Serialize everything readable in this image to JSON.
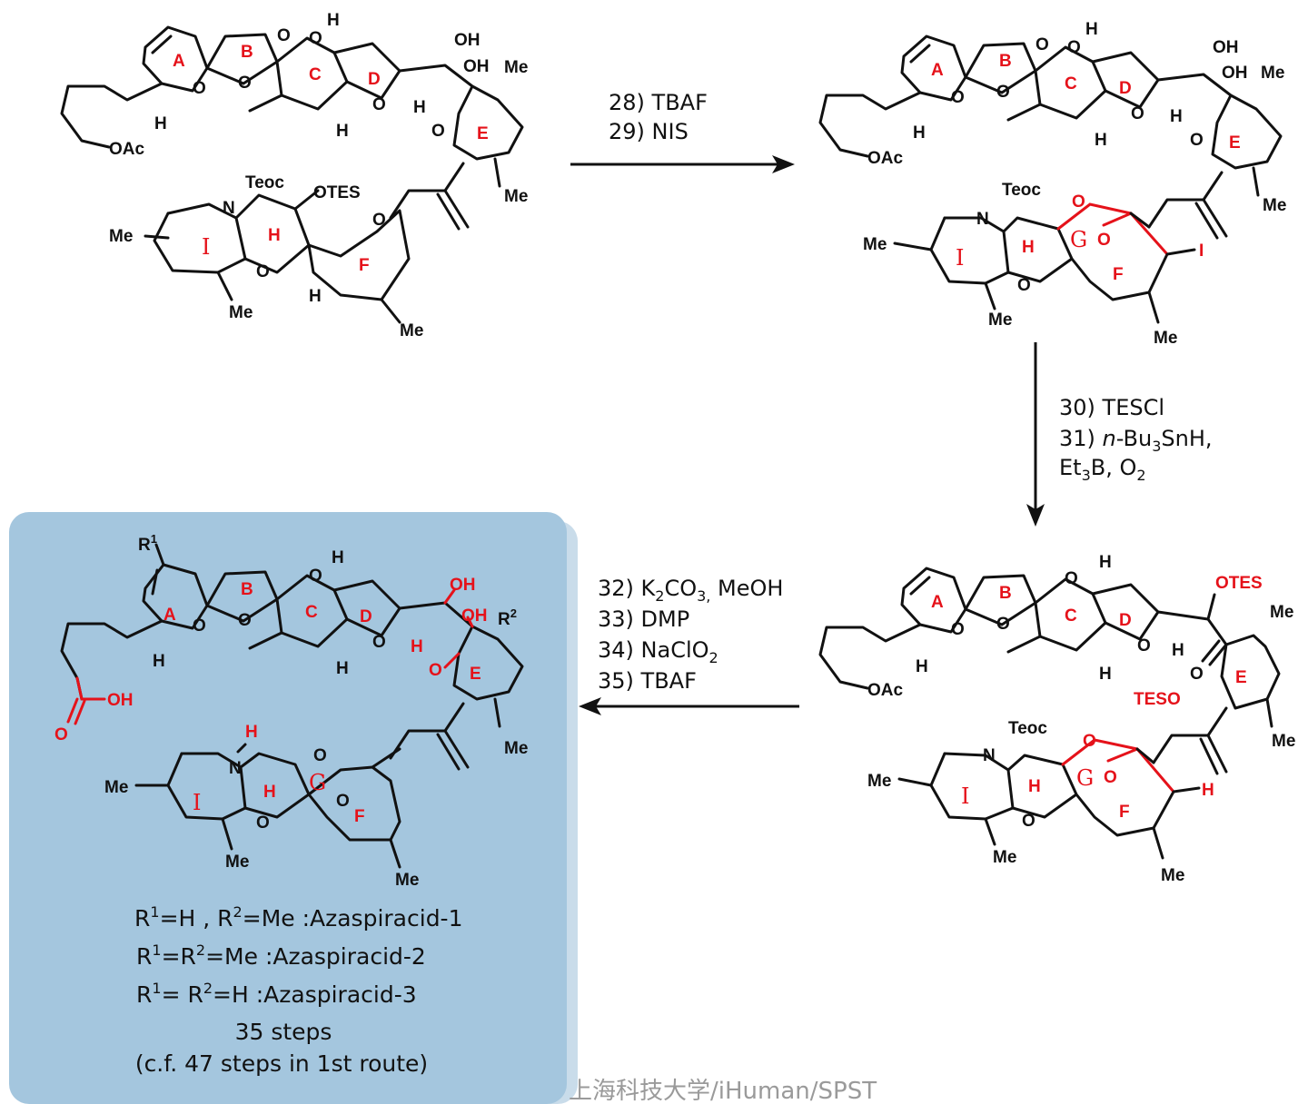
{
  "atoms": {
    "O": "O",
    "H": "H",
    "N": "N",
    "OH": "OH",
    "Me": "Me",
    "OAc": "OAc",
    "Teoc": "Teoc",
    "OTES": "OTES",
    "TESO": "TESO",
    "I": "I",
    "R1": "R",
    "R2": "R",
    "sup1": "1",
    "sup2": "2"
  },
  "rings": [
    "A",
    "B",
    "C",
    "D",
    "E",
    "F",
    "G",
    "H",
    "I"
  ],
  "steps": {
    "step1": [
      "28) TBAF",
      "29) NIS"
    ],
    "step2": {
      "line1": "30) TESCl",
      "line2_pre": "31) ",
      "line2_italic": "n",
      "line2_a": "-Bu",
      "line2_sub": "3",
      "line2_b": "SnH,",
      "line3_a": "Et",
      "line3_sub1": "3",
      "line3_b": "B, O",
      "line3_sub2": "2"
    },
    "step3": {
      "line1_a": "32) K",
      "line1_sub1": "2",
      "line1_b": "CO",
      "line1_sub2": "3,",
      "line1_c": " MeOH",
      "line2": "33) DMP",
      "line3_a": "34) NaClO",
      "line3_sub": "2",
      "line4": "35) TBAF"
    }
  },
  "product": {
    "variants": [
      {
        "r1": "H ,",
        "r2": "Me",
        "name": ":Azaspiracid-1"
      },
      {
        "r1": "R",
        "r2": "Me",
        "name": ":Azaspiracid-2"
      },
      {
        "r1": "",
        "r2": "H",
        "name": ":Azaspiracid-3"
      }
    ],
    "steps": "35 steps",
    "note": "(c.f. 47 steps in 1st route)"
  },
  "watermark": "上海科技大学/iHuman/SPST",
  "colors": {
    "highlight": "#e5121a",
    "box": "#a4c6de",
    "box_shadow": "#c9dcea",
    "watermark": "#9a9a9a"
  }
}
